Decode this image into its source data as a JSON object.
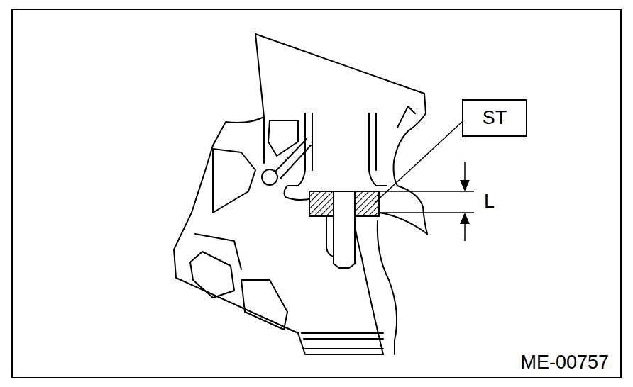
{
  "diagram": {
    "nodes": [
      {
        "text": [
          "ST"
        ]
      }
    ],
    "labels": [
      "L",
      "ME-00757"
    ]
  }
}
